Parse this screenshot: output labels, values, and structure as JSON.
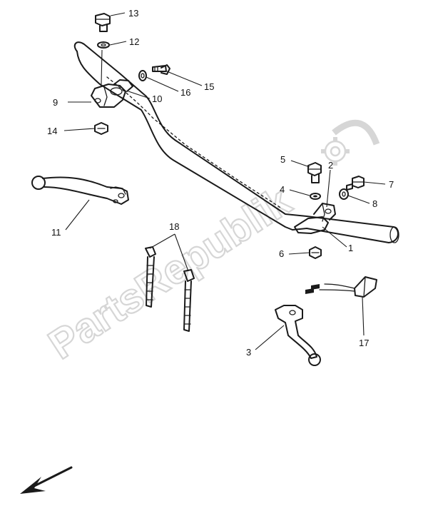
{
  "watermark": {
    "text": "PartsRepublik"
  },
  "callouts": {
    "c1": "1",
    "c2": "2",
    "c3": "3",
    "c4": "4",
    "c5": "5",
    "c6": "6",
    "c7": "7",
    "c8": "8",
    "c9": "9",
    "c10": "10",
    "c11": "11",
    "c12": "12",
    "c13": "13",
    "c14": "14",
    "c15": "15",
    "c16": "16",
    "c17": "17",
    "c18": "18"
  },
  "colors": {
    "line": "#1a1a1a",
    "watermark": "#d6d6d6",
    "background": "#ffffff"
  },
  "icons": {
    "watermark_logo": "gear-icon",
    "direction": "arrow-down-left-icon"
  }
}
